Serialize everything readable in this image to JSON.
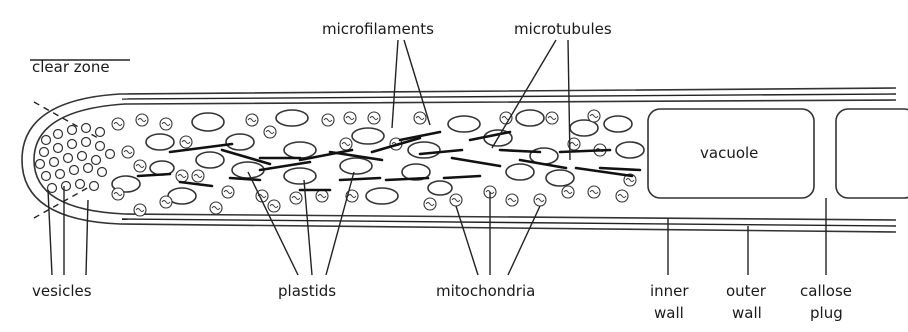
{
  "labels": {
    "clear_zone": "clear zone",
    "microfilaments": "microfilaments",
    "microtubules": "microtubules",
    "vacuole": "vacuole",
    "vesicles": "vesicles",
    "plastids": "plastids",
    "mitochondria": "mitochondria",
    "inner_wall_1": "inner",
    "inner_wall_2": "wall",
    "outer_wall_1": "outer",
    "outer_wall_2": "wall",
    "callose_plug_1": "callose",
    "callose_plug_2": "plug"
  },
  "colors": {
    "stroke": "#222222",
    "background": "#ffffff"
  }
}
